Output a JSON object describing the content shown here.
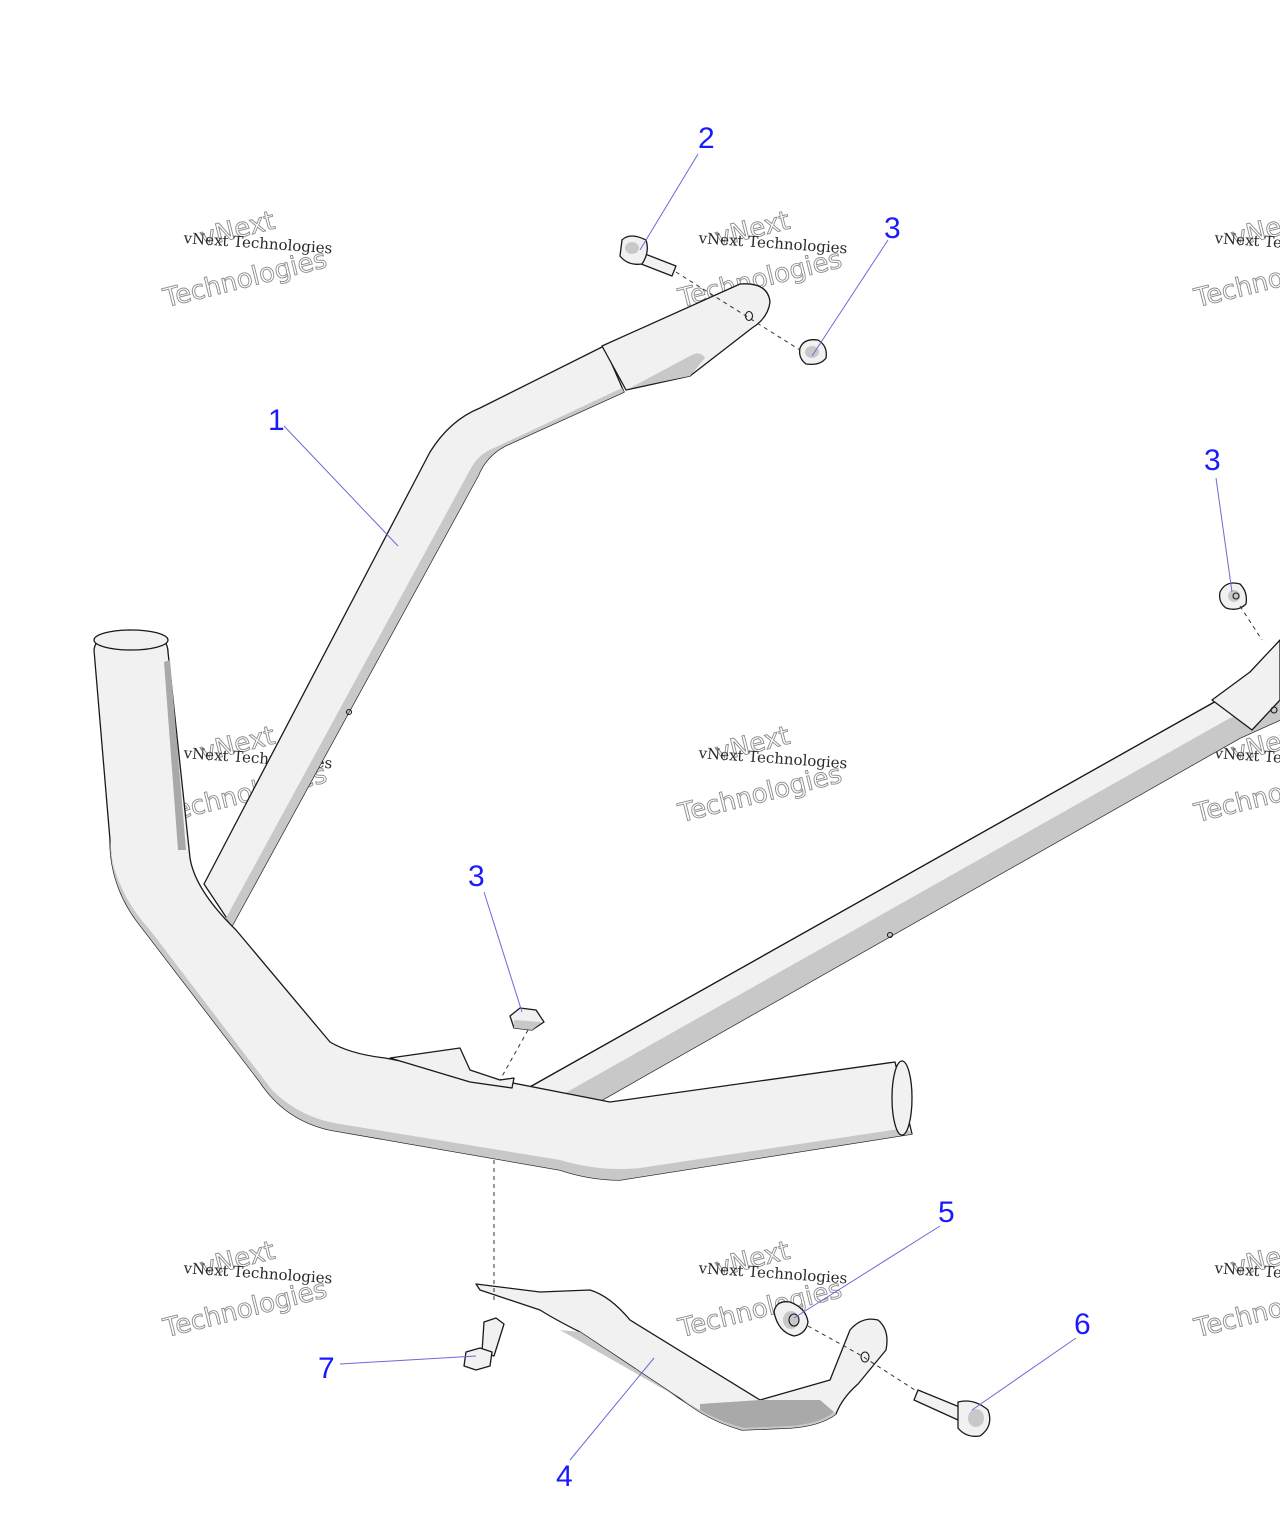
{
  "watermark": {
    "line1": "vNext",
    "line2": "vNext Technologies",
    "line3": "Technologies"
  },
  "callouts": {
    "c1": "1",
    "c2": "2",
    "c3a": "3",
    "c3b": "3",
    "c3c": "3",
    "c4": "4",
    "c5": "5",
    "c6": "6",
    "c7": "7"
  },
  "colors": {
    "callout": "#1a1aff",
    "leader": "#6b6bd6",
    "outline": "#1a1a1a",
    "part_fill": "#f1f1f1",
    "shade": "#c8c8c8"
  }
}
